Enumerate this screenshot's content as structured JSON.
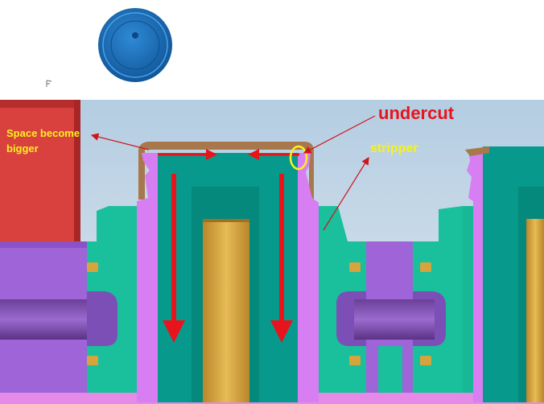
{
  "labels": {
    "undercut": "undercut",
    "stripper": "stripper",
    "space_become_bigger": "Space become bigger"
  },
  "icons": {
    "cap": "bottle-cap-icon",
    "axis": "axis-triad-icon"
  },
  "colors": {
    "background": "#c7d9e8",
    "cavity_red": "#d9413f",
    "mold_teal": "#1abf9c",
    "core_teal": "#079a8c",
    "stripper_pink": "#d67ef2",
    "plate_purple": "#9e64d8",
    "rod_gold": "#d6a43c",
    "cap_brown": "#a8784c",
    "cap_blue": "#1b6fb8",
    "arrow_red": "#e8141c",
    "text_yellow": "#f7f21c"
  }
}
